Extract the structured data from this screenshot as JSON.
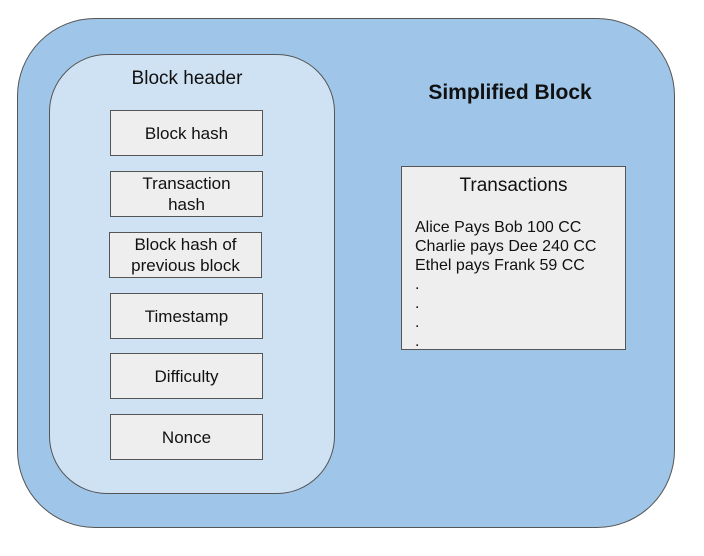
{
  "diagram": {
    "title": "Simplified Block",
    "header": {
      "title": "Block header",
      "fields": [
        {
          "line1": "Block hash",
          "line2": ""
        },
        {
          "line1": "Transaction",
          "line2": "hash"
        },
        {
          "line1": "Block hash of",
          "line2": "previous block"
        },
        {
          "line1": "Timestamp",
          "line2": ""
        },
        {
          "line1": "Difficulty",
          "line2": ""
        },
        {
          "line1": "Nonce",
          "line2": ""
        }
      ]
    },
    "transactions": {
      "title": "Transactions",
      "entries": [
        "Alice Pays Bob 100 CC",
        "Charlie pays Dee 240 CC",
        "Ethel pays Frank 59 CC",
        ".",
        ".",
        ".",
        "."
      ]
    },
    "colors": {
      "outer_fill": "#9fc5e8",
      "header_fill": "#cfe2f3",
      "box_fill": "#eeeeee",
      "border": "#555555"
    }
  }
}
